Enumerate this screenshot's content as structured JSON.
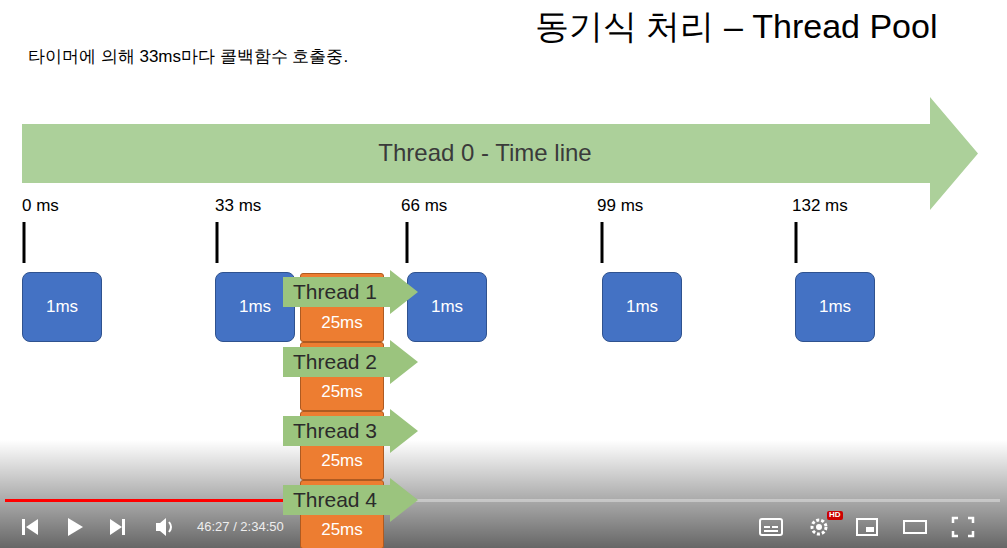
{
  "diagram": {
    "title": "동기식 처리 – Thread Pool",
    "nodes": [
      {
        "text": [
          "Thread 0 - Time line"
        ]
      },
      {
        "text": [
          "1ms"
        ]
      },
      {
        "text": [
          "1ms"
        ]
      },
      {
        "text": [
          "1ms"
        ]
      },
      {
        "text": [
          "1ms"
        ]
      },
      {
        "text": [
          "1ms"
        ]
      },
      {
        "text": [
          "25ms"
        ]
      },
      {
        "text": [
          "Thread 1"
        ]
      },
      {
        "text": [
          "25ms"
        ]
      },
      {
        "text": [
          "Thread 2"
        ]
      },
      {
        "text": [
          "25ms"
        ]
      },
      {
        "text": [
          "Thread 3"
        ]
      },
      {
        "text": [
          "25ms"
        ]
      },
      {
        "text": [
          "Thread 4"
        ]
      }
    ],
    "labels": [
      "타이머에 의해 33ms마다 콜백함수 호출중.",
      "0 ms",
      "33 ms",
      "66 ms",
      "99 ms",
      "132 ms",
      "46:27 / 2:34:50",
      "HD"
    ]
  }
}
